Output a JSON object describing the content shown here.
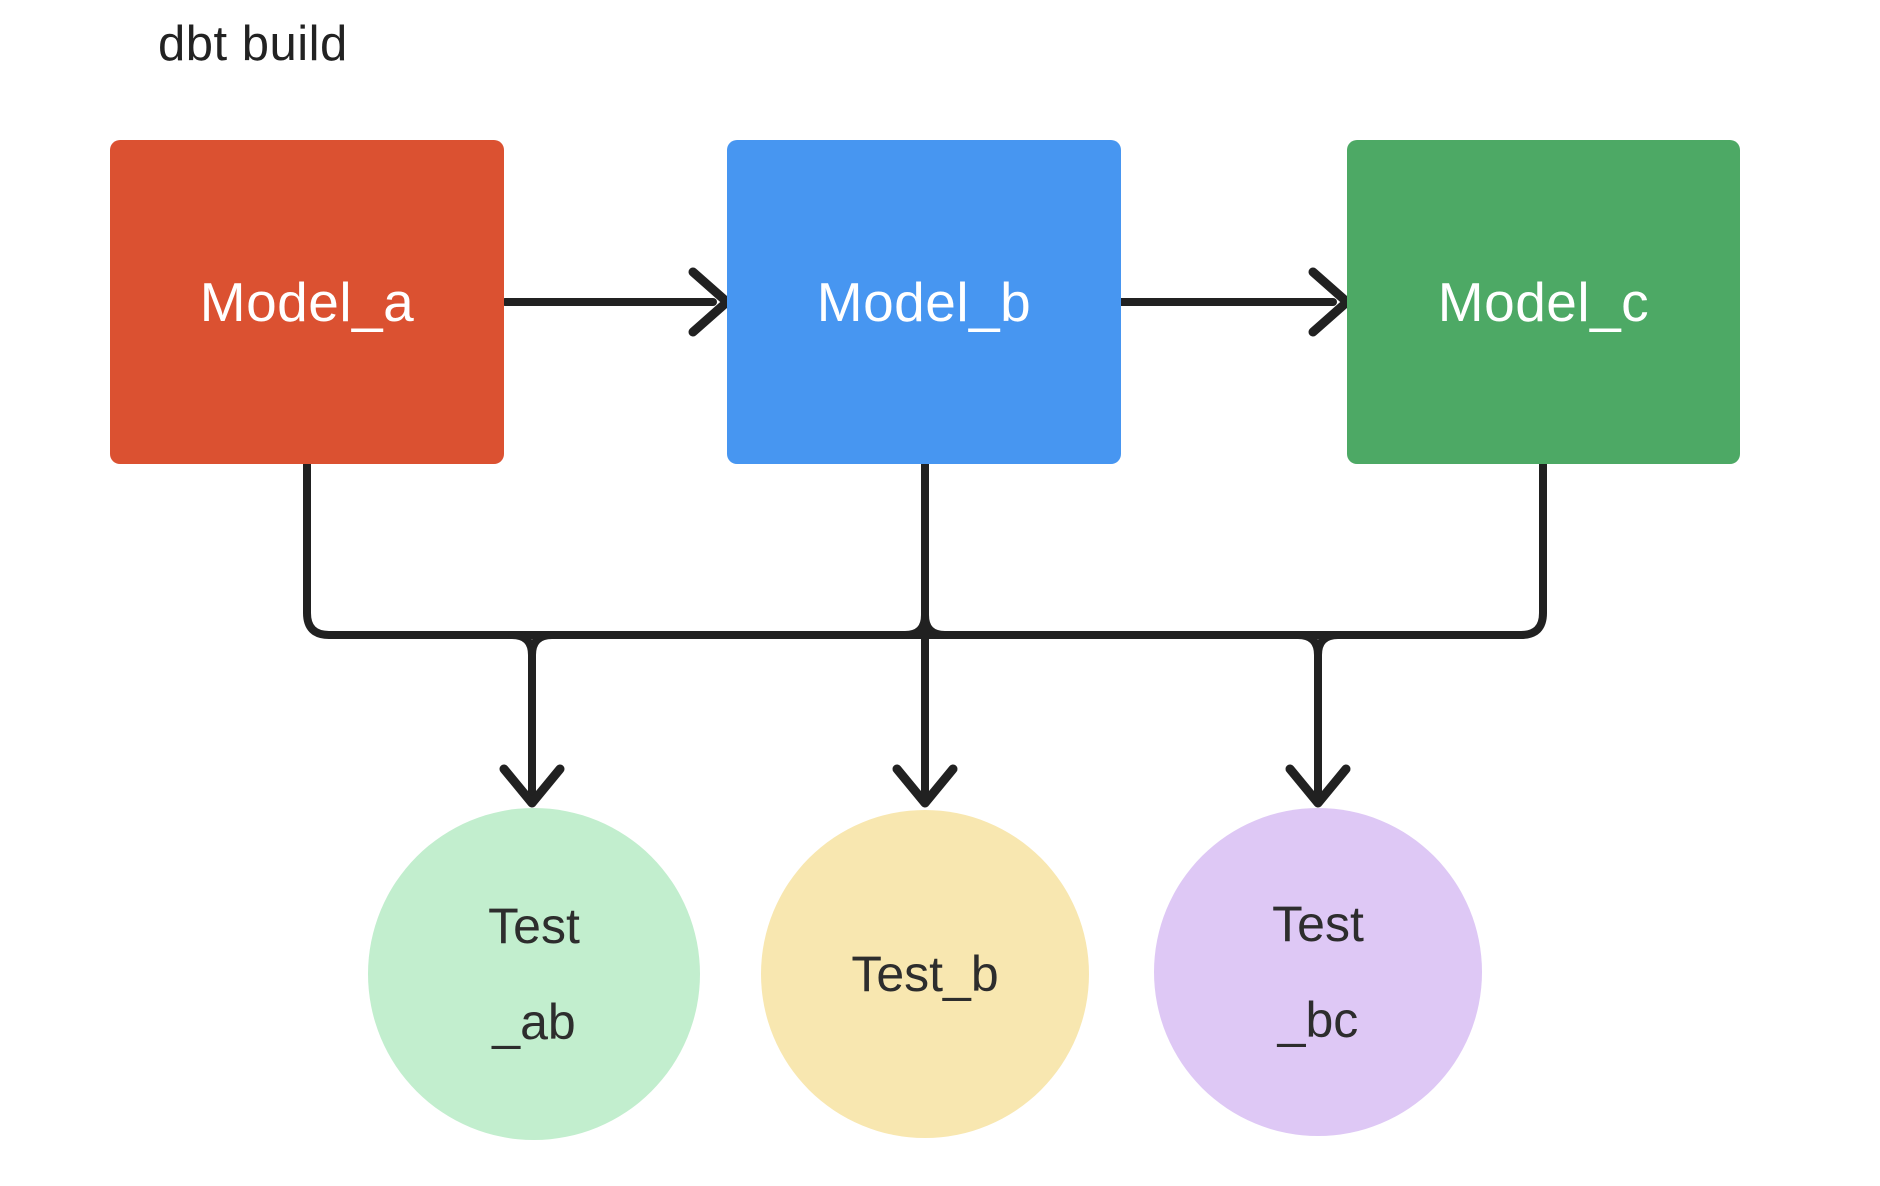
{
  "title": "dbt build",
  "canvas": {
    "background": "#FFFFFF",
    "stroke_color": "#212121",
    "title_color": "#222222"
  },
  "diagram": {
    "models": [
      {
        "id": "model_a",
        "label": "Model_a",
        "color": "#DB5131",
        "text_color": "#FFFFFF"
      },
      {
        "id": "model_b",
        "label": "Model_b",
        "color": "#4796F1",
        "text_color": "#FFFFFF"
      },
      {
        "id": "model_c",
        "label": "Model_c",
        "color": "#4DA965",
        "text_color": "#FFFFFF"
      }
    ],
    "tests": [
      {
        "id": "test_ab",
        "label": "Test\n_ab",
        "color": "#C2EECE",
        "text_color": "#2D2D2D"
      },
      {
        "id": "test_b",
        "label": "Test_b",
        "color": "#F8E7B0",
        "text_color": "#2D2D2D"
      },
      {
        "id": "test_bc",
        "label": "Test\n_bc",
        "color": "#DEC8F5",
        "text_color": "#2D2D2D"
      }
    ],
    "edges": [
      {
        "from": "model_a",
        "to": "model_b",
        "style": "arrow"
      },
      {
        "from": "model_b",
        "to": "model_c",
        "style": "arrow"
      },
      {
        "from": "model_a",
        "to": "tests_bus",
        "style": "line"
      },
      {
        "from": "model_b",
        "to": "tests_bus",
        "style": "line"
      },
      {
        "from": "model_c",
        "to": "tests_bus",
        "style": "line"
      },
      {
        "from": "tests_bus",
        "to": "test_ab",
        "style": "arrow"
      },
      {
        "from": "tests_bus",
        "to": "test_b",
        "style": "arrow"
      },
      {
        "from": "tests_bus",
        "to": "test_bc",
        "style": "arrow"
      }
    ]
  }
}
